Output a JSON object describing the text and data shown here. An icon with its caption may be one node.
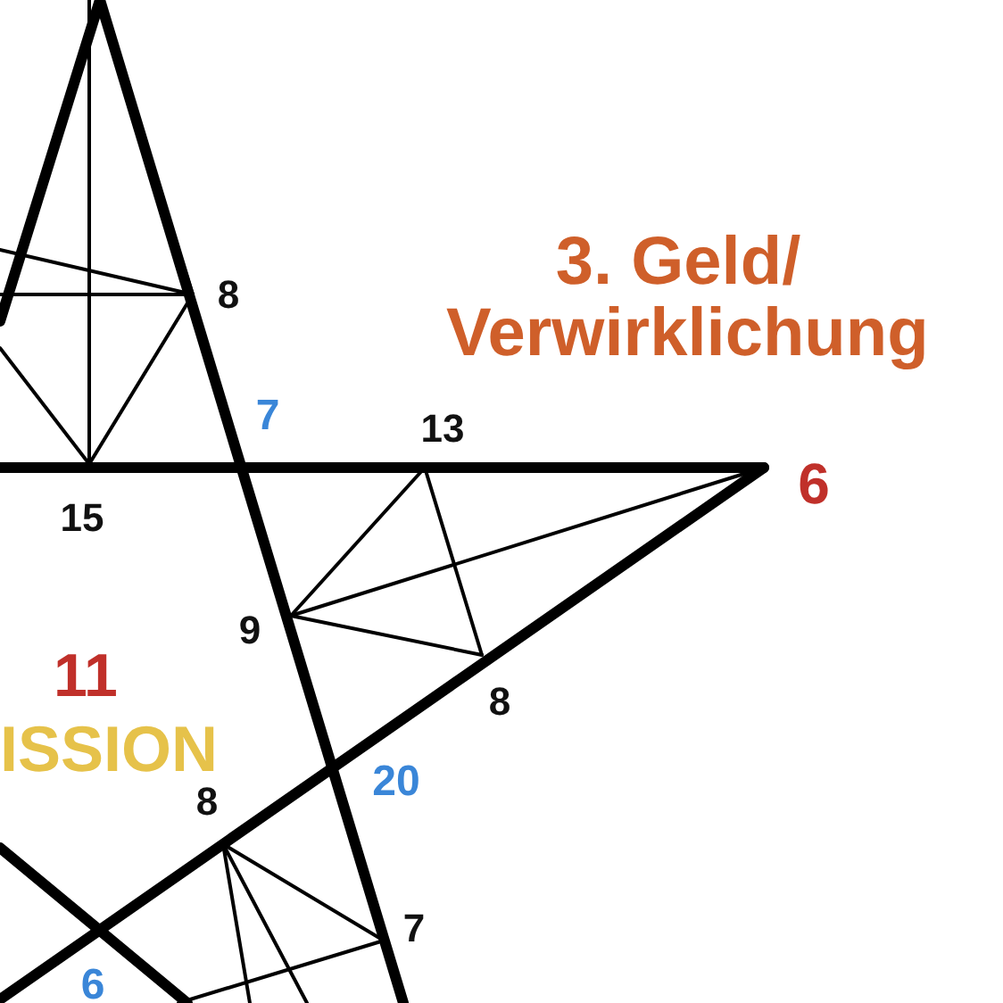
{
  "diagram": {
    "labels": [
      "8",
      "3. Geld/ Verwirklichung",
      "7",
      "13",
      "6",
      "15",
      "9",
      "11",
      "8",
      "ISSION",
      "20",
      "8",
      "7",
      "6"
    ]
  }
}
